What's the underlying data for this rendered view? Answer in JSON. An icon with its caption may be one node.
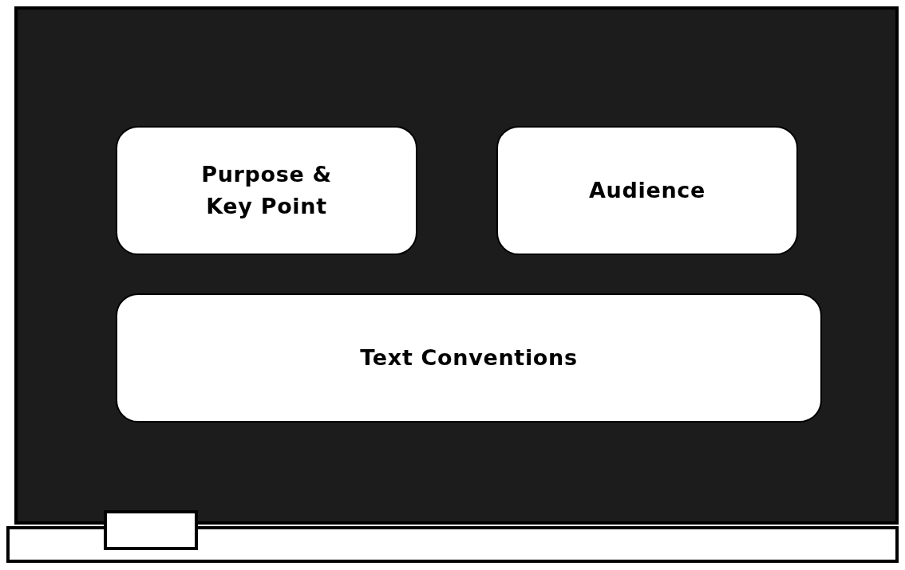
{
  "diagram": {
    "nodes": [
      {
        "text": [
          "Purpose & Key Point"
        ]
      },
      {
        "text": [
          "Audience"
        ]
      },
      {
        "text": [
          "Text Conventions"
        ]
      }
    ]
  }
}
